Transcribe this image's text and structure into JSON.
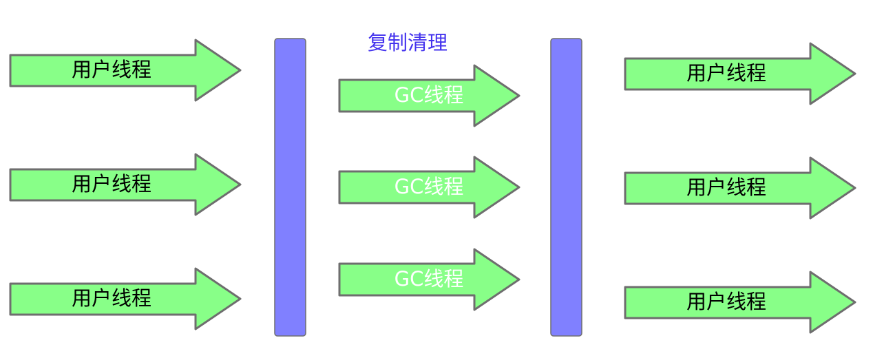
{
  "colors": {
    "arrow_fill": "#88ff88",
    "barrier_fill": "#8080ff",
    "user_label": "#000000",
    "gc_label": "#ffffff",
    "title": "#4433ee"
  },
  "title": "复制清理",
  "before": {
    "arrows": [
      {
        "label": "用户线程"
      },
      {
        "label": "用户线程"
      },
      {
        "label": "用户线程"
      }
    ]
  },
  "gc": {
    "arrows": [
      {
        "label": "GC线程"
      },
      {
        "label": "GC线程"
      },
      {
        "label": "GC线程"
      }
    ]
  },
  "after": {
    "arrows": [
      {
        "label": "用户线程"
      },
      {
        "label": "用户线程"
      },
      {
        "label": "用户线程"
      }
    ]
  }
}
